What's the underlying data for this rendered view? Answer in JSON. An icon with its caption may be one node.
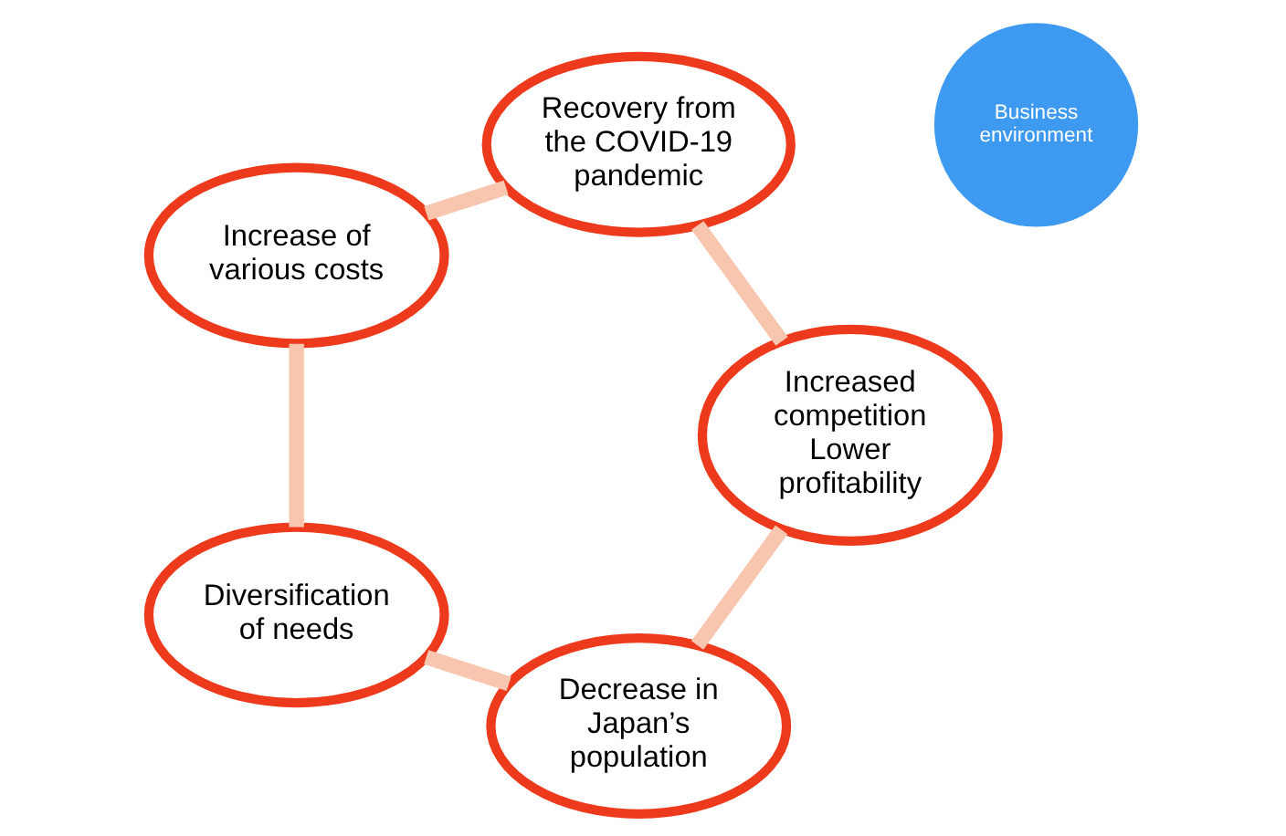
{
  "diagram": {
    "nodes": [
      {
        "text": [
          "Decrease in Japan’s population"
        ]
      },
      {
        "text": [
          "Increased competition Lower profitability"
        ]
      },
      {
        "text": [
          "Diversification of needs"
        ]
      },
      {
        "text": [
          "Business environment"
        ]
      },
      {
        "text": [
          "Recovery from the COVID-19 pandemic"
        ]
      },
      {
        "text": [
          "Increase of various costs"
        ]
      }
    ],
    "edges": [
      {
        "from": 0,
        "to": 2,
        "arrow": "none",
        "color": "#f8c6ae"
      },
      {
        "from": 2,
        "to": 5,
        "arrow": "none",
        "color": "#f8c6ae"
      },
      {
        "from": 5,
        "to": 4,
        "arrow": "none",
        "color": "#f8c6ae"
      },
      {
        "from": 4,
        "to": 1,
        "arrow": "none",
        "color": "#f8c6ae"
      },
      {
        "from": 1,
        "to": 0,
        "arrow": "none",
        "color": "#f8c6ae"
      }
    ]
  }
}
